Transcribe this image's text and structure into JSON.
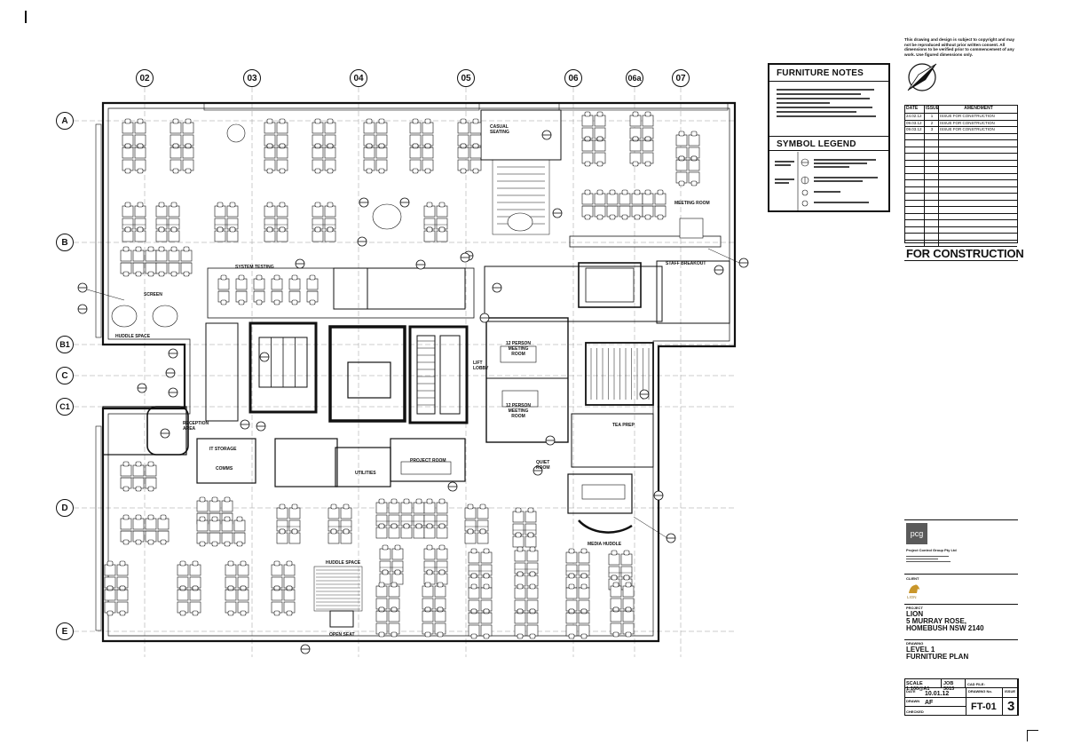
{
  "grid": {
    "columns": [
      "02",
      "03",
      "04",
      "05",
      "06",
      "06a",
      "07"
    ],
    "rows": [
      "A",
      "B",
      "B1",
      "C",
      "C1",
      "D",
      "E"
    ]
  },
  "furniture_notes": {
    "title": "FURNITURE NOTES",
    "symbol_legend_title": "SYMBOL LEGEND"
  },
  "copyright": "This drawing and design is subject to copyright and may not be reproduced without prior written consent. All dimensions to be verified prior to commencement of any work. Use figured dimensions only.",
  "amendments": {
    "headers": [
      "DATE",
      "ISSUE",
      "AMENDMENT"
    ],
    "rows": [
      [
        "24.02.12",
        "1",
        "ISSUE FOR CONSTRUCTION"
      ],
      [
        "09.03.12",
        "2",
        "ISSUE FOR CONSTRUCTION"
      ],
      [
        "09.03.12",
        "3",
        "ISSUE FOR CONSTRUCTION"
      ]
    ]
  },
  "status": "FOR CONSTRUCTION",
  "company": {
    "logo": "pcg",
    "name": "Project Control Group Pty Ltd"
  },
  "client": {
    "label": "CLIENT",
    "logo_text": "LION"
  },
  "project": {
    "label": "PROJECT",
    "line1": "LION",
    "line2": "5 MURRAY ROSE,",
    "line3": "HOMEBUSH NSW 2140"
  },
  "drawing": {
    "label": "DRAWING",
    "line1": "LEVEL 1",
    "line2": "FURNITURE PLAN"
  },
  "title_block": {
    "scale": "SCALE 1:100@A1",
    "job": "JOB 3013",
    "cad_file_label": "CAD FILE:",
    "date_label": "DATE",
    "date": "10.01.12",
    "drawing_no_label": "DRAWING No.",
    "issue_label": "ISSUE",
    "drawn_label": "DRAWN",
    "drawn": "AF",
    "checked_label": "CHECKED",
    "drawing_no": "FT-01",
    "issue": "3"
  },
  "room_labels": {
    "system_testing": "SYSTEM TESTING",
    "huddle_space_left": "HUDDLE SPACE",
    "screen": "SCREEN",
    "casual_seating": "CASUAL SEATING",
    "staff_breakout": "STAFF BREAKOUT",
    "meeting_room": "MEETING ROOM",
    "lift_lobby": "LIFT LOBBY",
    "meeting_room_12": "12 PERSON MEETING ROOM",
    "meeting_room_12b": "12 PERSON MEETING ROOM",
    "tea_prep": "TEA PREP",
    "project_room": "PROJECT ROOM",
    "it_storage": "IT STORAGE",
    "comms": "COMMS",
    "quiet_room": "QUIET ROOM",
    "utilities": "UTILITIES",
    "media_huddle": "MEDIA HUDDLE",
    "huddle_space_bottom": "HUDDLE SPACE",
    "open_seat": "OPEN SEAT",
    "reception_area": "RECEPTION AREA"
  },
  "colors": {
    "line": "#111111",
    "logo_bg": "#5a5a5a",
    "lion_gold": "#c9962a"
  }
}
